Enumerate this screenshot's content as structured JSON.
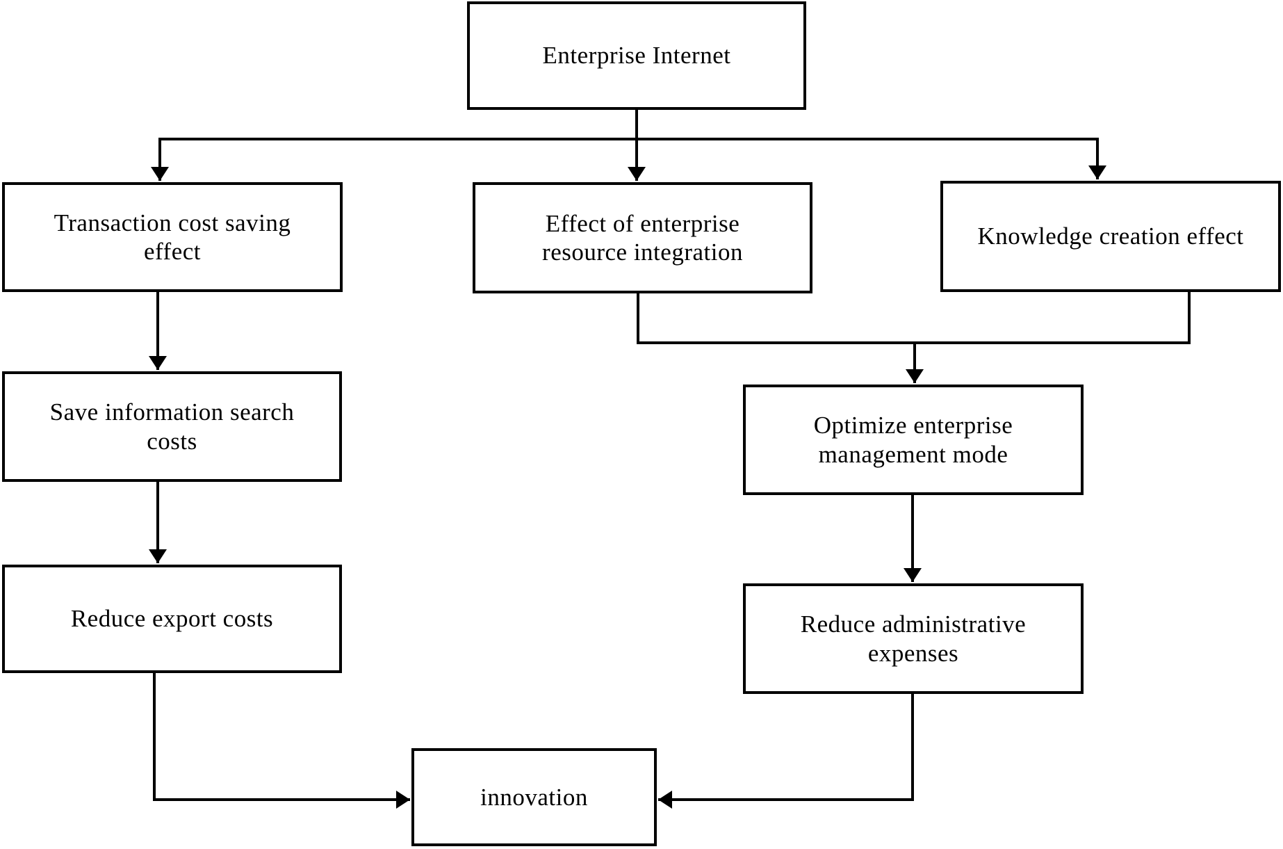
{
  "diagram": {
    "title": "Enterprise Internet effects flowchart",
    "nodes": [
      {
        "id": "enterprise-internet",
        "label": "Enterprise Internet"
      },
      {
        "id": "transaction-cost-saving-effect",
        "label": "Transaction cost saving\neffect"
      },
      {
        "id": "effect-of-enterprise-resource-integration",
        "label": "Effect of enterprise\nresource integration"
      },
      {
        "id": "knowledge-creation-effect",
        "label": "Knowledge creation effect"
      },
      {
        "id": "save-information-search-costs",
        "label": "Save information search\ncosts"
      },
      {
        "id": "reduce-export-costs",
        "label": "Reduce export costs"
      },
      {
        "id": "optimize-enterprise-management-mode",
        "label": "Optimize enterprise\nmanagement mode"
      },
      {
        "id": "reduce-administrative-expenses",
        "label": "Reduce administrative\nexpenses"
      },
      {
        "id": "innovation",
        "label": "innovation"
      }
    ],
    "edges": [
      {
        "from": "enterprise-internet",
        "to": "transaction-cost-saving-effect"
      },
      {
        "from": "enterprise-internet",
        "to": "effect-of-enterprise-resource-integration"
      },
      {
        "from": "enterprise-internet",
        "to": "knowledge-creation-effect"
      },
      {
        "from": "transaction-cost-saving-effect",
        "to": "save-information-search-costs"
      },
      {
        "from": "save-information-search-costs",
        "to": "reduce-export-costs"
      },
      {
        "from": "effect-of-enterprise-resource-integration",
        "to": "optimize-enterprise-management-mode"
      },
      {
        "from": "knowledge-creation-effect",
        "to": "optimize-enterprise-management-mode"
      },
      {
        "from": "optimize-enterprise-management-mode",
        "to": "reduce-administrative-expenses"
      },
      {
        "from": "reduce-export-costs",
        "to": "innovation"
      },
      {
        "from": "reduce-administrative-expenses",
        "to": "innovation"
      }
    ],
    "colors": {
      "line": "#000000",
      "box_border": "#000000",
      "background": "#ffffff",
      "text": "#000000"
    }
  }
}
